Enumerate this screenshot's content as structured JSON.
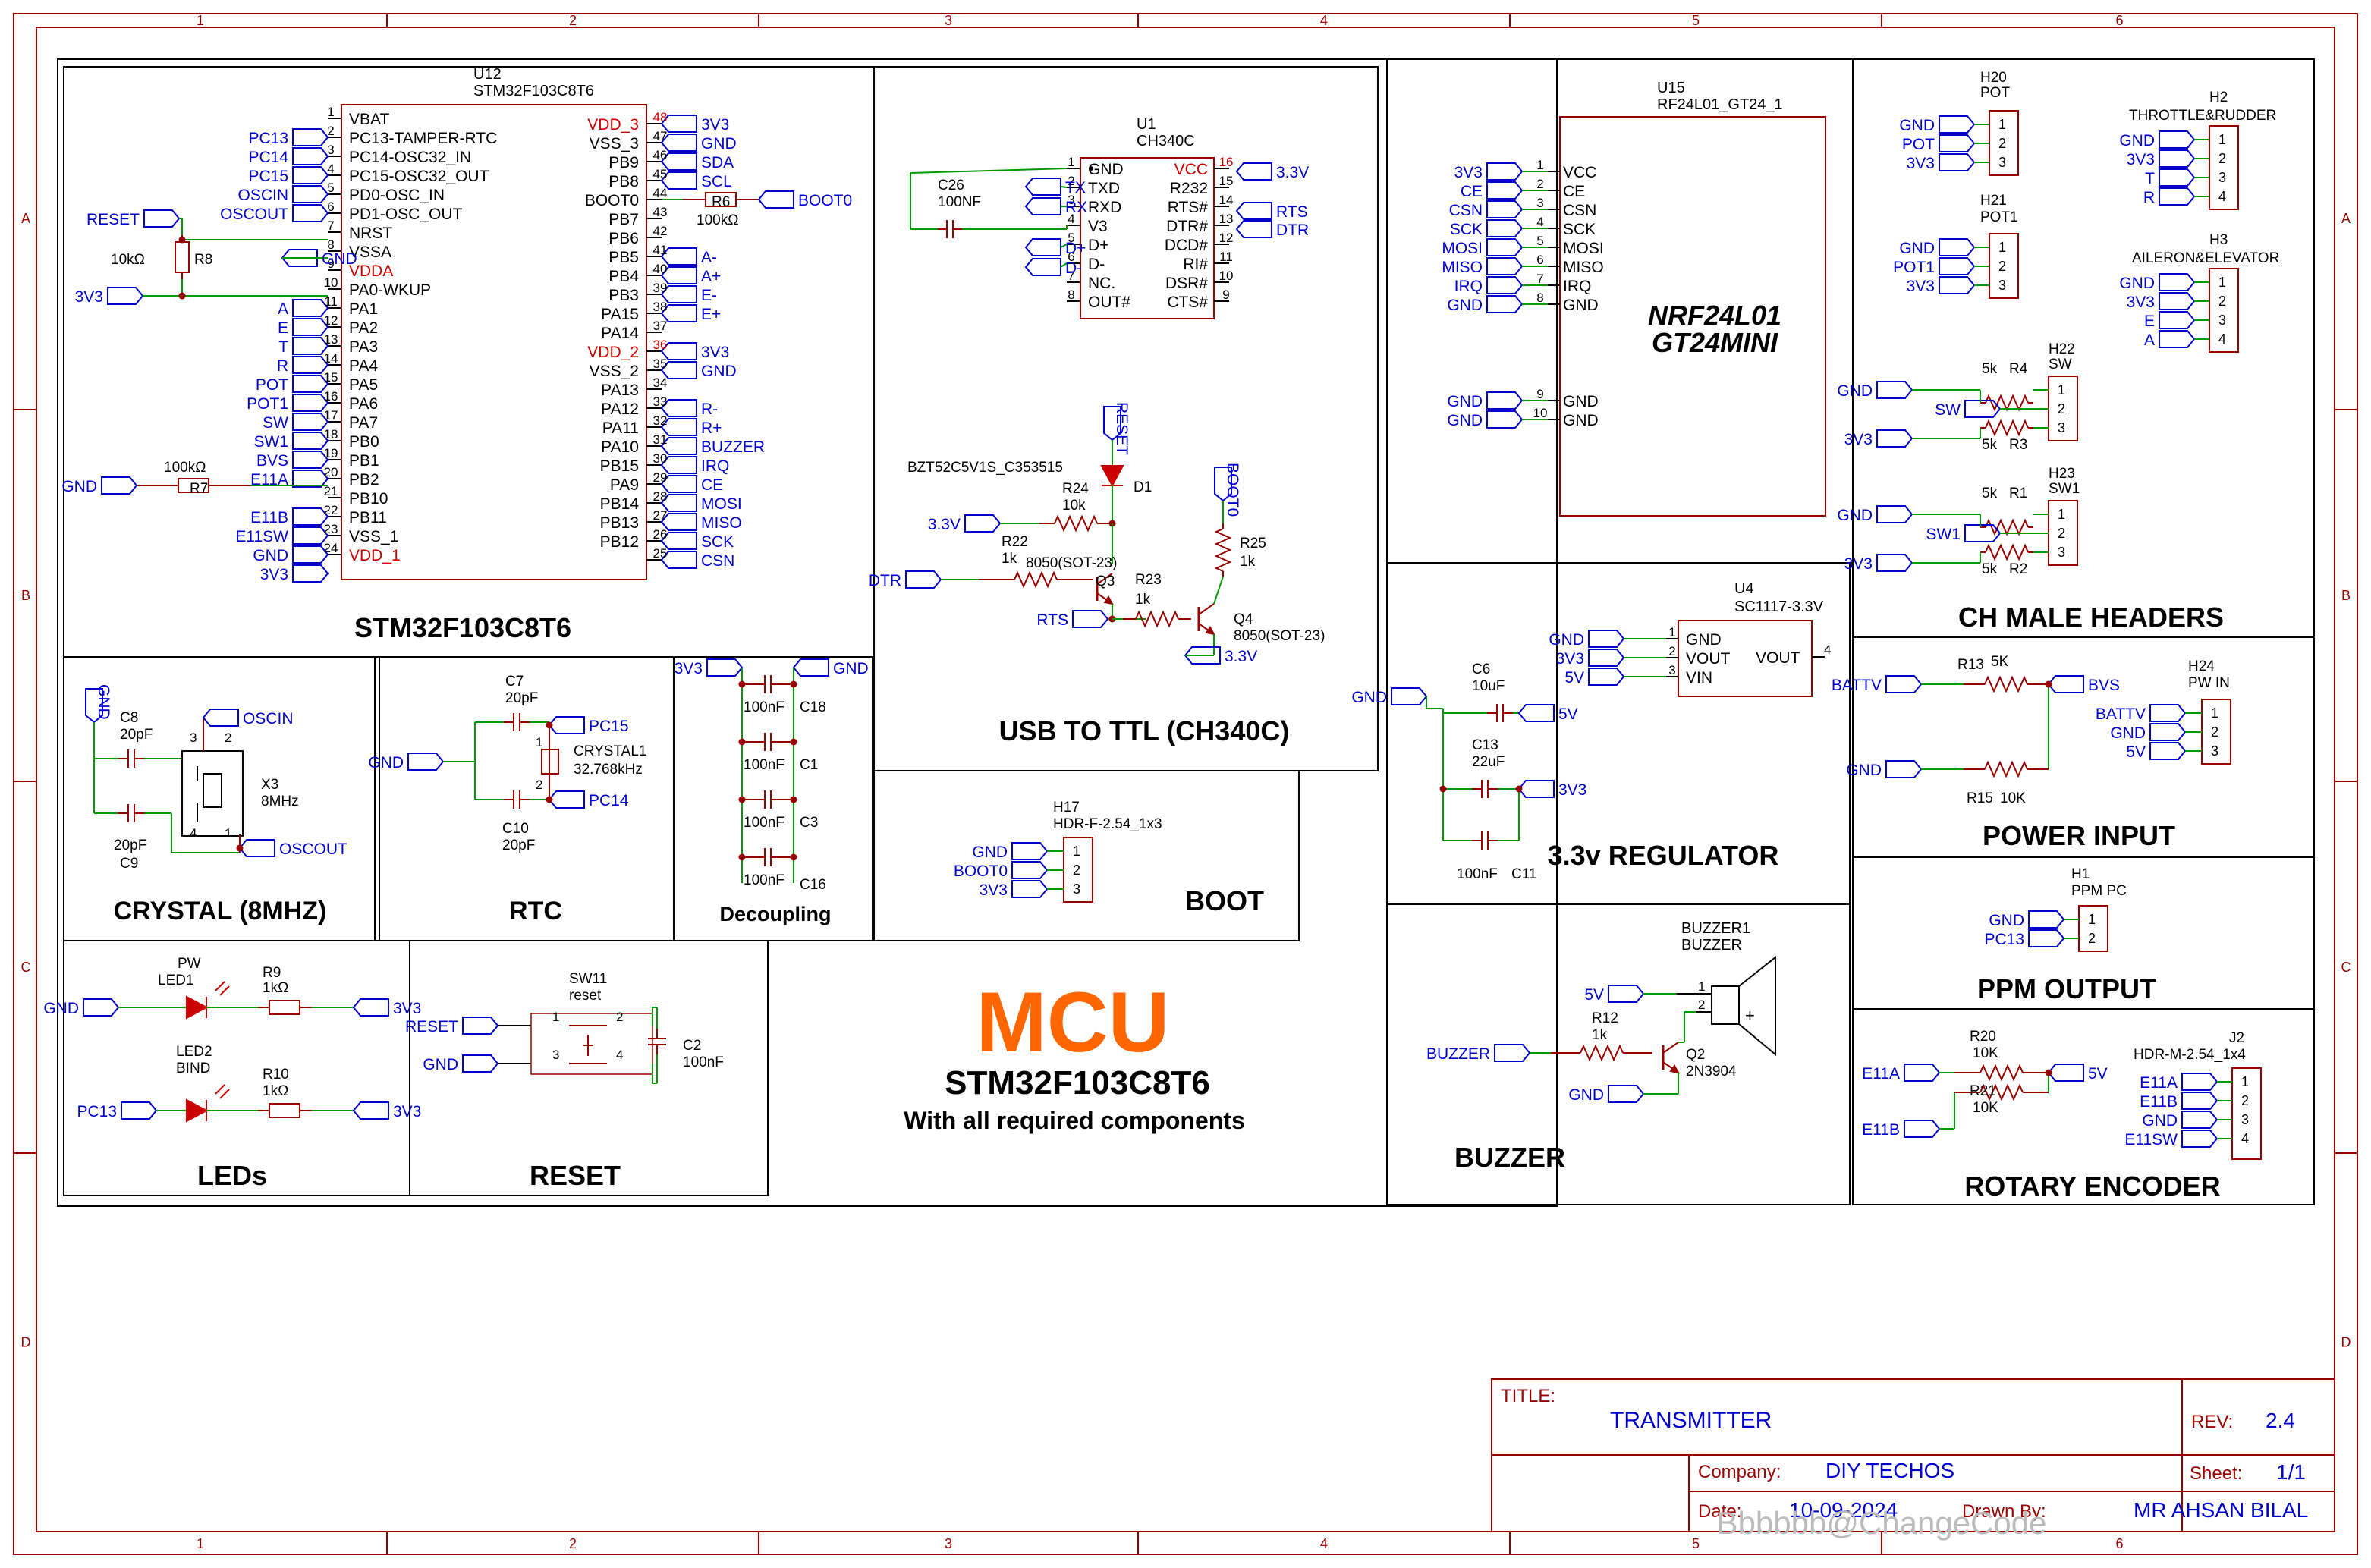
{
  "frame": {
    "columns": [
      "1",
      "2",
      "3",
      "4",
      "5",
      "6"
    ],
    "rows": [
      "A",
      "B",
      "C",
      "D"
    ]
  },
  "colors": {
    "frame": "#990000",
    "wire": "#009900",
    "blue": "#0000cc",
    "comp": "#990000",
    "red": "#cc0000",
    "black": "#000000",
    "accent": "#ff6600"
  },
  "blocks": {
    "stm32": "STM32F103C8T6",
    "usb": "USB TO TTL (CH340C)",
    "crystal": "CRYSTAL (8MHZ)",
    "rtc": "RTC",
    "decoupling": "Decoupling",
    "boot": "BOOT",
    "leds": "LEDs",
    "reset": "RESET",
    "reg": "3.3v REGULATOR",
    "buzzer": "BUZZER",
    "headers": "CH MALE HEADERS",
    "power": "POWER INPUT",
    "ppm": "PPM OUTPUT",
    "rotary": "ROTARY ENCODER"
  },
  "mcu": {
    "big": "MCU",
    "part": "STM32F103C8T6",
    "sub": "With all required components"
  },
  "u12": {
    "ref": "U12",
    "value": "STM32F103C8T6",
    "left_pins": [
      [
        "1",
        "VBAT",
        ""
      ],
      [
        "2",
        "PC13-TAMPER-RTC",
        "PC13"
      ],
      [
        "3",
        "PC14-OSC32_IN",
        "PC14"
      ],
      [
        "4",
        "PC15-OSC32_OUT",
        "PC15"
      ],
      [
        "5",
        "PD0-OSC_IN",
        "OSCIN"
      ],
      [
        "6",
        "PD1-OSC_OUT",
        "OSCOUT"
      ],
      [
        "7",
        "NRST",
        ""
      ],
      [
        "8",
        "VSSA",
        ""
      ],
      [
        "9",
        "VDDA",
        ""
      ],
      [
        "10",
        "PA0-WKUP",
        ""
      ],
      [
        "11",
        "PA1",
        "A"
      ],
      [
        "12",
        "PA2",
        "E"
      ],
      [
        "13",
        "PA3",
        "T"
      ],
      [
        "14",
        "PA4",
        "R"
      ],
      [
        "15",
        "PA5",
        "POT"
      ],
      [
        "16",
        "PA6",
        "POT1"
      ],
      [
        "17",
        "PA7",
        "SW"
      ],
      [
        "18",
        "PB0",
        "SW1"
      ],
      [
        "19",
        "PB1",
        "BVS"
      ],
      [
        "20",
        "PB2",
        "E11A"
      ],
      [
        "21",
        "PB10",
        ""
      ],
      [
        "22",
        "PB11",
        "E11B"
      ],
      [
        "23",
        "VSS_1",
        "E11SW"
      ],
      [
        "24",
        "VDD_1",
        "GND"
      ]
    ],
    "extra_left": [
      "3V3"
    ],
    "right_pins": [
      [
        "48",
        "VDD_3",
        "3V3"
      ],
      [
        "47",
        "VSS_3",
        "GND"
      ],
      [
        "46",
        "PB9",
        "SDA"
      ],
      [
        "45",
        "PB8",
        "SCL"
      ],
      [
        "44",
        "BOOT0",
        ""
      ],
      [
        "43",
        "PB7",
        ""
      ],
      [
        "42",
        "PB6",
        ""
      ],
      [
        "41",
        "PB5",
        "A-"
      ],
      [
        "40",
        "PB4",
        "A+"
      ],
      [
        "39",
        "PB3",
        "E-"
      ],
      [
        "38",
        "PA15",
        "E+"
      ],
      [
        "37",
        "PA14",
        ""
      ],
      [
        "36",
        "VDD_2",
        "3V3"
      ],
      [
        "35",
        "VSS_2",
        "GND"
      ],
      [
        "34",
        "PA13",
        ""
      ],
      [
        "33",
        "PA12",
        "R-"
      ],
      [
        "32",
        "PA11",
        "R+"
      ],
      [
        "31",
        "PA10",
        "BUZZER"
      ],
      [
        "30",
        "PB15",
        "IRQ"
      ],
      [
        "29",
        "PA9",
        "CE"
      ],
      [
        "28",
        "PB14",
        "MOSI"
      ],
      [
        "27",
        "PB13",
        "MISO"
      ],
      [
        "26",
        "PB12",
        "SCK"
      ],
      [
        "25",
        "",
        "CSN"
      ]
    ],
    "reset_net": "RESET",
    "r8": "R8",
    "r8_val": "10kΩ",
    "gnd": "GND",
    "v33": "3V3",
    "r7": "R7",
    "r7_val": "100kΩ",
    "r6": "R6",
    "r6_val": "100kΩ",
    "boot0": "BOOT0"
  },
  "u1": {
    "ref": "U1",
    "value": "CH340C",
    "left": [
      [
        "1",
        "GND"
      ],
      [
        "2",
        "TXD"
      ],
      [
        "3",
        "RXD"
      ],
      [
        "4",
        "V3"
      ],
      [
        "5",
        "D+"
      ],
      [
        "6",
        "D-"
      ],
      [
        "7",
        "NC."
      ],
      [
        "8",
        "OUT#"
      ]
    ],
    "right": [
      [
        "16",
        "VCC"
      ],
      [
        "15",
        "R232"
      ],
      [
        "14",
        "RTS#"
      ],
      [
        "13",
        "DTR#"
      ],
      [
        "12",
        "DCD#"
      ],
      [
        "11",
        "RI#"
      ],
      [
        "10",
        "DSR#"
      ],
      [
        "9",
        "CTS#"
      ]
    ],
    "c26": "C26",
    "c26_val": "100NF",
    "tx": "TX",
    "rx": "RX",
    "dp": "D+",
    "dm": "D-",
    "v33": "3.3V",
    "rts": "RTS",
    "dtr": "DTR"
  },
  "usbcircuit": {
    "reset": "RESET",
    "boot0": "BOOT0",
    "d1": "D1",
    "d1_val": "BZT52C5V1S_C353515",
    "r24": "R24",
    "r24_val": "10k",
    "r22": "R22",
    "r22_val": "1k",
    "q3": "Q3",
    "q3_val": "8050(SOT-23)",
    "r23": "R23",
    "r23_val": "1k",
    "r25": "R25",
    "r25_val": "1k",
    "q4": "Q4",
    "q4_val": "8050(SOT-23)",
    "v33": "3.3V",
    "dtr": "DTR",
    "rts": "RTS"
  },
  "crystal": {
    "gnd": "GND",
    "c8": "C8",
    "c8_val": "20pF",
    "c9": "C9",
    "c9_val": "20pF",
    "x3": "X3",
    "x3_val": "8MHz",
    "oscin": "OSCIN",
    "oscout": "OSCOUT",
    "pins": [
      "1",
      "2",
      "3",
      "4"
    ]
  },
  "rtc": {
    "c7": "C7",
    "c7_val": "20pF",
    "c10": "C10",
    "c10_val": "20pF",
    "gnd": "GND",
    "pc15": "PC15",
    "pc14": "PC14",
    "crystal": "CRYSTAL1",
    "crystal_val": "32.768kHz",
    "pins": [
      "1",
      "2"
    ]
  },
  "decoup": {
    "v33": "3V3",
    "gnd": "GND",
    "caps": [
      [
        "100nF",
        "C18"
      ],
      [
        "100nF",
        "C1"
      ],
      [
        "100nF",
        "C3"
      ],
      [
        "100nF",
        "C16"
      ]
    ]
  },
  "boot": {
    "ref": "H17",
    "value": "HDR-F-2.54_1x3",
    "nets": [
      "GND",
      "BOOT0",
      "3V3"
    ],
    "pins": [
      "1",
      "2",
      "3"
    ]
  },
  "leds": {
    "gnd": "GND",
    "pc13": "PC13",
    "v33": "3V3",
    "led1_name": "PW",
    "led1": "LED1",
    "r9": "R9",
    "r9_val": "1kΩ",
    "led2_name": "BIND",
    "led2": "LED2",
    "r10": "R10",
    "r10_val": "1kΩ"
  },
  "reset": {
    "sw": "SW11",
    "sw_val": "reset",
    "net": "RESET",
    "gnd": "GND",
    "c2": "C2",
    "c2_val": "100nF",
    "pins": [
      "1",
      "2",
      "3",
      "4"
    ]
  },
  "u15": {
    "ref": "U15",
    "value": "RF24L01_GT24_1",
    "title1": "NRF24L01",
    "title2": "GT24MINI",
    "pins": [
      [
        "1",
        "VCC",
        "3V3"
      ],
      [
        "2",
        "CE",
        "CE"
      ],
      [
        "3",
        "CSN",
        "CSN"
      ],
      [
        "4",
        "SCK",
        "SCK"
      ],
      [
        "5",
        "MOSI",
        "MOSI"
      ],
      [
        "6",
        "MISO",
        "MISO"
      ],
      [
        "7",
        "IRQ",
        "IRQ"
      ],
      [
        "8",
        "GND",
        "GND"
      ],
      [
        "9",
        "GND",
        "GND"
      ],
      [
        "10",
        "GND",
        "GND"
      ]
    ]
  },
  "u4": {
    "ref": "U4",
    "value": "SC1117-3.3V",
    "pins": [
      [
        "1",
        "GND",
        "GND"
      ],
      [
        "2",
        "VOUT",
        "3V3"
      ],
      [
        "3",
        "VIN",
        "5V"
      ]
    ],
    "vout": "VOUT",
    "pin4": "4",
    "c6": "C6",
    "c6_val": "10uF",
    "c13": "C13",
    "c13_val": "22uF",
    "c11": "C11",
    "c11_val": "100nF",
    "gnd": "GND",
    "v5": "5V",
    "v33": "3V3"
  },
  "buzz": {
    "ref": "BUZZER1",
    "value": "BUZZER",
    "v5": "5V",
    "net": "BUZZER",
    "r12": "R12",
    "r12_val": "1k",
    "q2": "Q2",
    "q2_val": "2N3904",
    "gnd": "GND",
    "pins": [
      "1",
      "2"
    ],
    "plus": "+"
  },
  "headers": {
    "h20": {
      "ref": "H20",
      "value": "POT",
      "nets": [
        "GND",
        "POT",
        "3V3"
      ]
    },
    "h21": {
      "ref": "H21",
      "value": "POT1",
      "nets": [
        "GND",
        "POT1",
        "3V3"
      ]
    },
    "h2": {
      "ref": "H2",
      "value": "THROTTLE&RUDDER",
      "nets": [
        "GND",
        "3V3",
        "T",
        "R"
      ]
    },
    "h3": {
      "ref": "H3",
      "value": "AILERON&ELEVATOR",
      "nets": [
        "GND",
        "3V3",
        "E",
        "A"
      ]
    },
    "h22": {
      "ref": "H22",
      "value": "SW",
      "nets": [
        "GND",
        "SW",
        "3V3"
      ],
      "r_top": "R4",
      "r_top_val": "5k",
      "r_bot": "R3",
      "r_bot_val": "5k"
    },
    "h23": {
      "ref": "H23",
      "value": "SW1",
      "nets": [
        "GND",
        "SW1",
        "3V3"
      ],
      "r_top": "R1",
      "r_top_val": "5k",
      "r_bot": "R2",
      "r_bot_val": "5k"
    }
  },
  "power": {
    "battv": "BATTV",
    "r13": "R13",
    "r13_val": "5K",
    "bvs": "BVS",
    "gnd": "GND",
    "r15": "R15",
    "r15_val": "10K",
    "ref": "H24",
    "value": "PW IN",
    "nets": [
      "BATTV",
      "GND",
      "5V"
    ]
  },
  "ppm": {
    "ref": "H1",
    "value": "PPM PC",
    "nets": [
      "GND",
      "PC13"
    ]
  },
  "rotary": {
    "e11a": "E11A",
    "e11b": "E11B",
    "r20": "R20",
    "r20_val": "10K",
    "r21": "R21",
    "r21_val": "10K",
    "v5": "5V",
    "ref": "J2",
    "value": "HDR-M-2.54_1x4",
    "nets": [
      "E11A",
      "E11B",
      "GND",
      "E11SW"
    ]
  },
  "titleblock": {
    "title_label": "TITLE:",
    "title": "TRANSMITTER",
    "rev_label": "REV:",
    "rev": "2.4",
    "company_label": "Company:",
    "company": "DIY TECHOS",
    "sheet_label": "Sheet:",
    "sheet": "1/1",
    "date_label": "Date:",
    "date": "10-09-2024",
    "drawn_label": "Drawn By:",
    "drawn": "MR AHSAN BILAL",
    "watermark": "Bbbbbb@ChangeCode"
  }
}
